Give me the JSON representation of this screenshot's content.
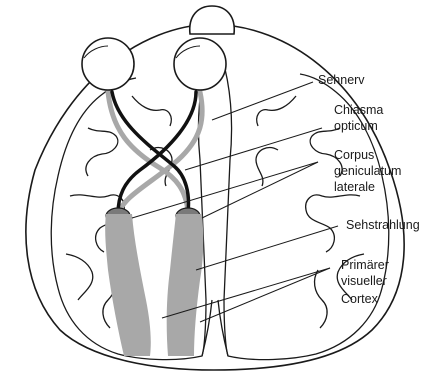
{
  "labels": {
    "sehnerv": "Sehnerv",
    "chiasma_1": "Chiasma",
    "chiasma_2": "opticum",
    "corpus_1": "Corpus",
    "corpus_2": "geniculatum",
    "corpus_3": "laterale",
    "sehstrahlung": "Sehstrahlung",
    "cortex_1": "Primärer",
    "cortex_2": "visueller",
    "cortex_3": "Cortex"
  },
  "colors": {
    "outline": "#1a1a1a",
    "pathway_gray": "#a8a8a8",
    "pathway_dark": "#111111",
    "background": "#ffffff"
  }
}
